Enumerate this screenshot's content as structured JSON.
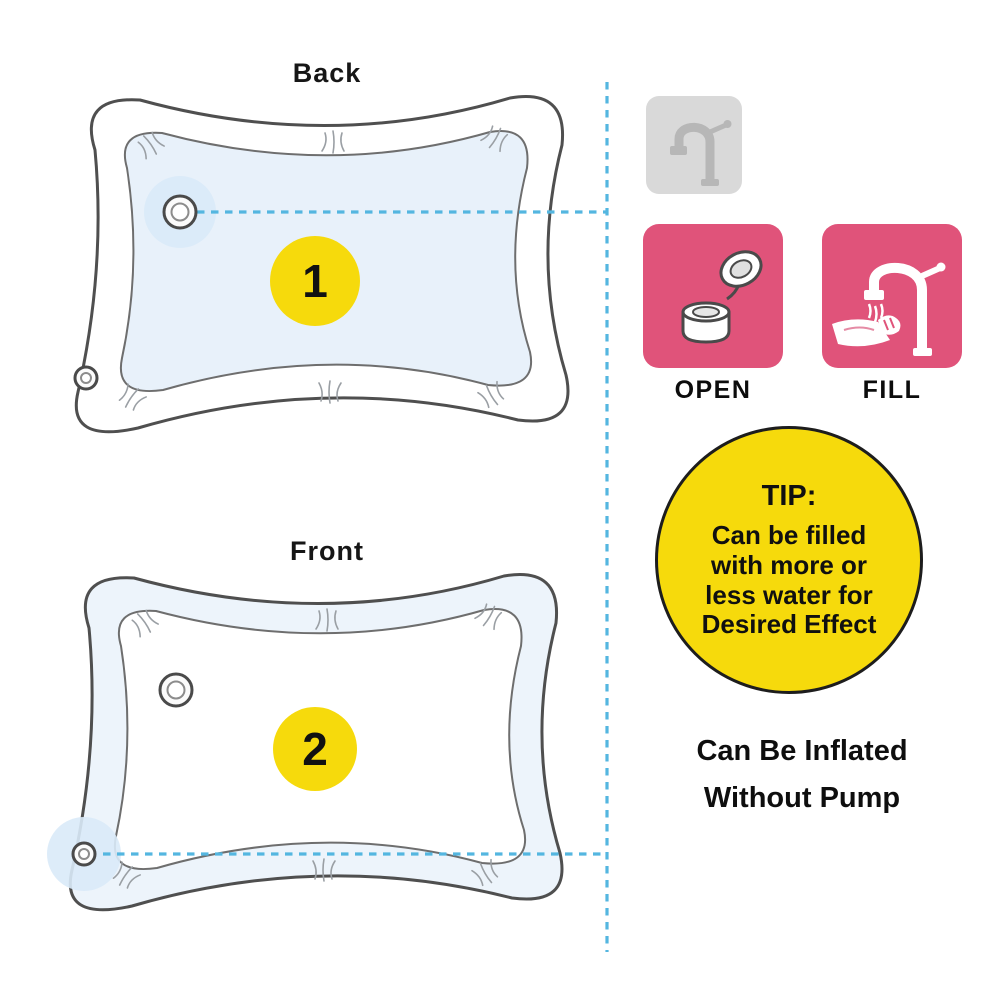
{
  "diagram": {
    "back": {
      "label": "Back",
      "badge": "1"
    },
    "front": {
      "label": "Front",
      "badge": "2"
    }
  },
  "steps": {
    "open_label": "OPEN",
    "fill_label": "FILL",
    "icons": {
      "faucet": "faucet-icon",
      "open": "open-cap-icon",
      "fill": "fill-under-faucet-icon"
    }
  },
  "tip": {
    "title": "TIP:",
    "line1": "Can be filled",
    "line2": "with more or",
    "line3": "less water for",
    "line4": "Desired Effect"
  },
  "footer": {
    "line1": "Can Be Inflated",
    "line2": "Without Pump"
  },
  "colors": {
    "yellow": "#F6DA0C",
    "pink": "#E0537A",
    "mat_light_blue": "#E8F1FA",
    "valve_halo_blue": "#D9EAF8",
    "dashed_line_blue": "#54B6E0",
    "outline_gray": "#4F4F4F",
    "tile_gray": "#D9D9D9",
    "faucet_icon_gray": "#B7B7B7",
    "text": "#111111"
  }
}
